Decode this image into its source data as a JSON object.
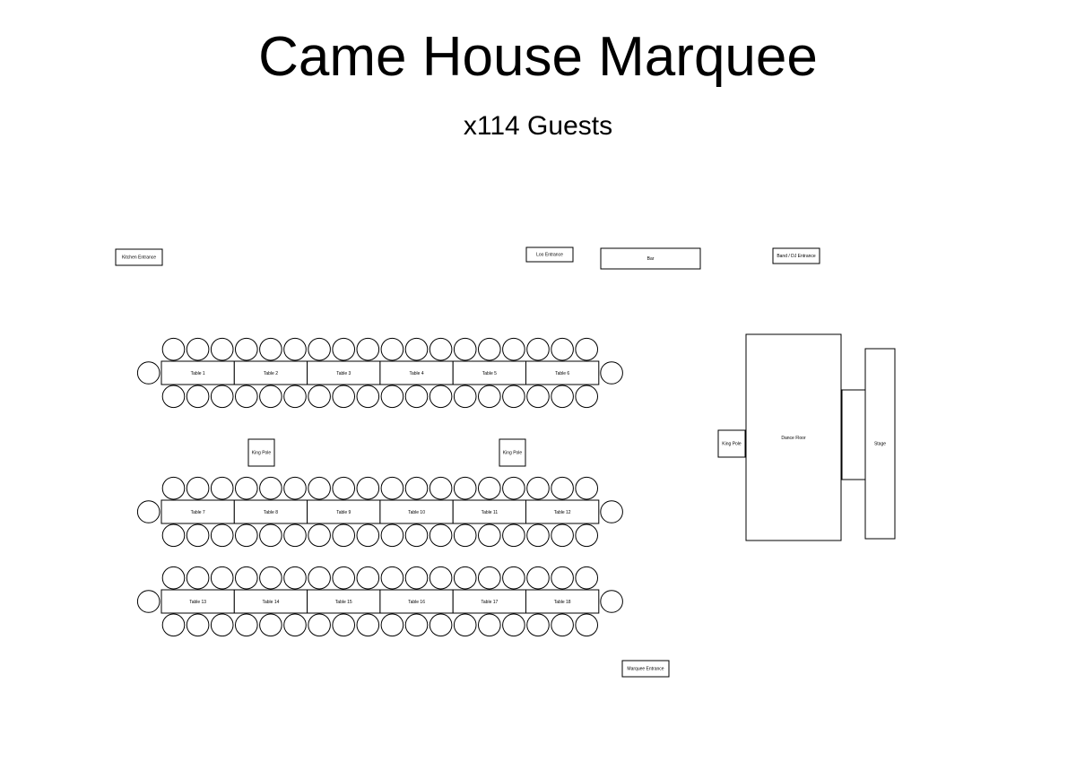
{
  "title": "Came House Marquee",
  "subtitle": "x114 Guests",
  "line_color": "#000000",
  "background_color": "#ffffff",
  "labels": {
    "kitchen_entrance": "Kitchen Entrance",
    "loo_entrance": "Loo Entrance",
    "bar": "Bar",
    "band_entrance": "Band / DJ Entrance",
    "marquee_entrance": "Marquee Entrance",
    "king_pole": "King Pole",
    "dance_floor": "Dance Floor",
    "stage": "Stage"
  },
  "table_rows": [
    {
      "tables": [
        "Table 1",
        "Table 2",
        "Table 3",
        "Table 4",
        "Table 5",
        "Table 6"
      ]
    },
    {
      "tables": [
        "Table 7",
        "Table 8",
        "Table 9",
        "Table 10",
        "Table 11",
        "Table 12"
      ]
    },
    {
      "tables": [
        "Table 13",
        "Table 14",
        "Table 15",
        "Table 16",
        "Table 17",
        "Table 18"
      ]
    }
  ]
}
